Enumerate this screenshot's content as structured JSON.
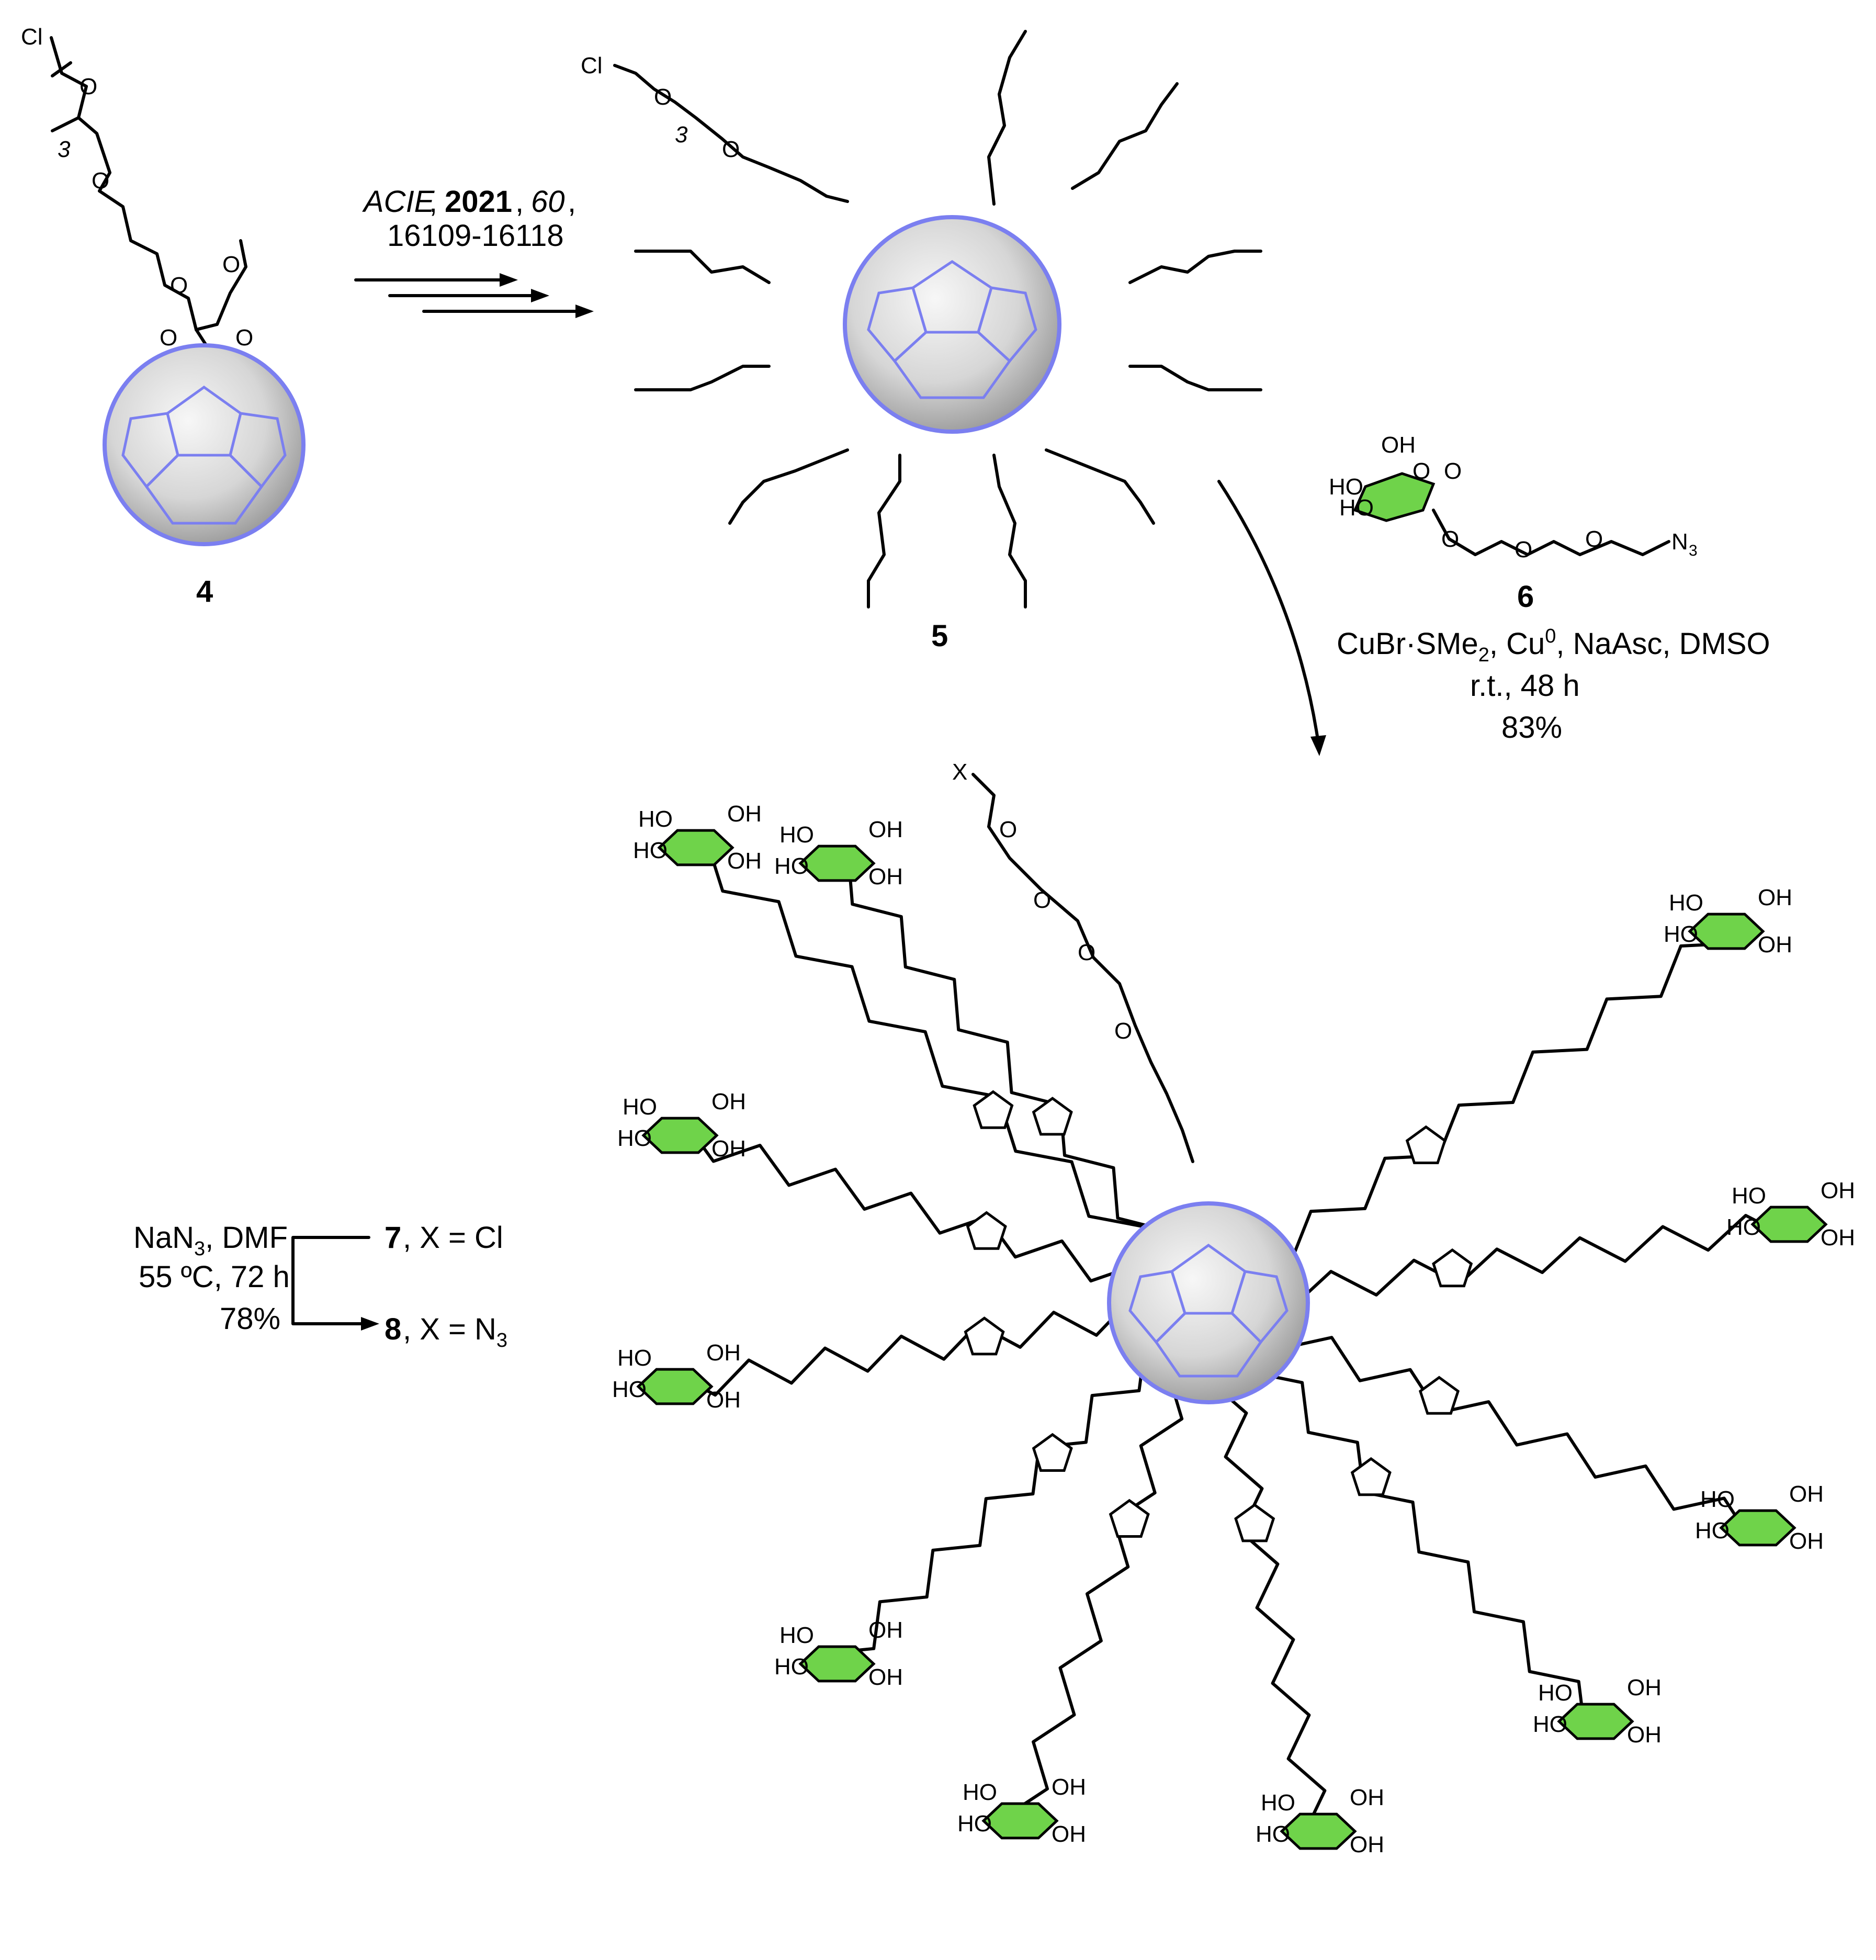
{
  "reference": {
    "journal": "ACIE",
    "year": "2021",
    "volume": "60",
    "pages": "16109-16118"
  },
  "compounds": {
    "c4": "4",
    "c5": "5",
    "c6": "6",
    "c7": "7",
    "c8": "8"
  },
  "labels": {
    "chloro": "Cl",
    "repeat": "3",
    "x_atom": "X",
    "azide_N": "N",
    "azide_sub": "3"
  },
  "click_conditions": {
    "line1_a": "CuBr·SMe",
    "line1_a_sub": "2",
    "line1_b": ", Cu",
    "line1_b_sup": "0",
    "line1_c": ", NaAsc, DMSO",
    "line2": "r.t., 48 h",
    "line3": "83%"
  },
  "azidation_conditions": {
    "line1_a": "NaN",
    "line1_a_sub": "3",
    "line1_b": ", DMF",
    "line2": "55 ºC, 72 h",
    "line3": "78%"
  },
  "products": {
    "p7_rest": ", X = Cl",
    "p8_rest": ", X = N",
    "p8_sub": "3"
  },
  "colors": {
    "fullerene_stroke": "#7b7ff0",
    "fullerene_fill": "#d8d8d8",
    "sugar_fill": "#6fd34a",
    "bond": "#000000"
  }
}
